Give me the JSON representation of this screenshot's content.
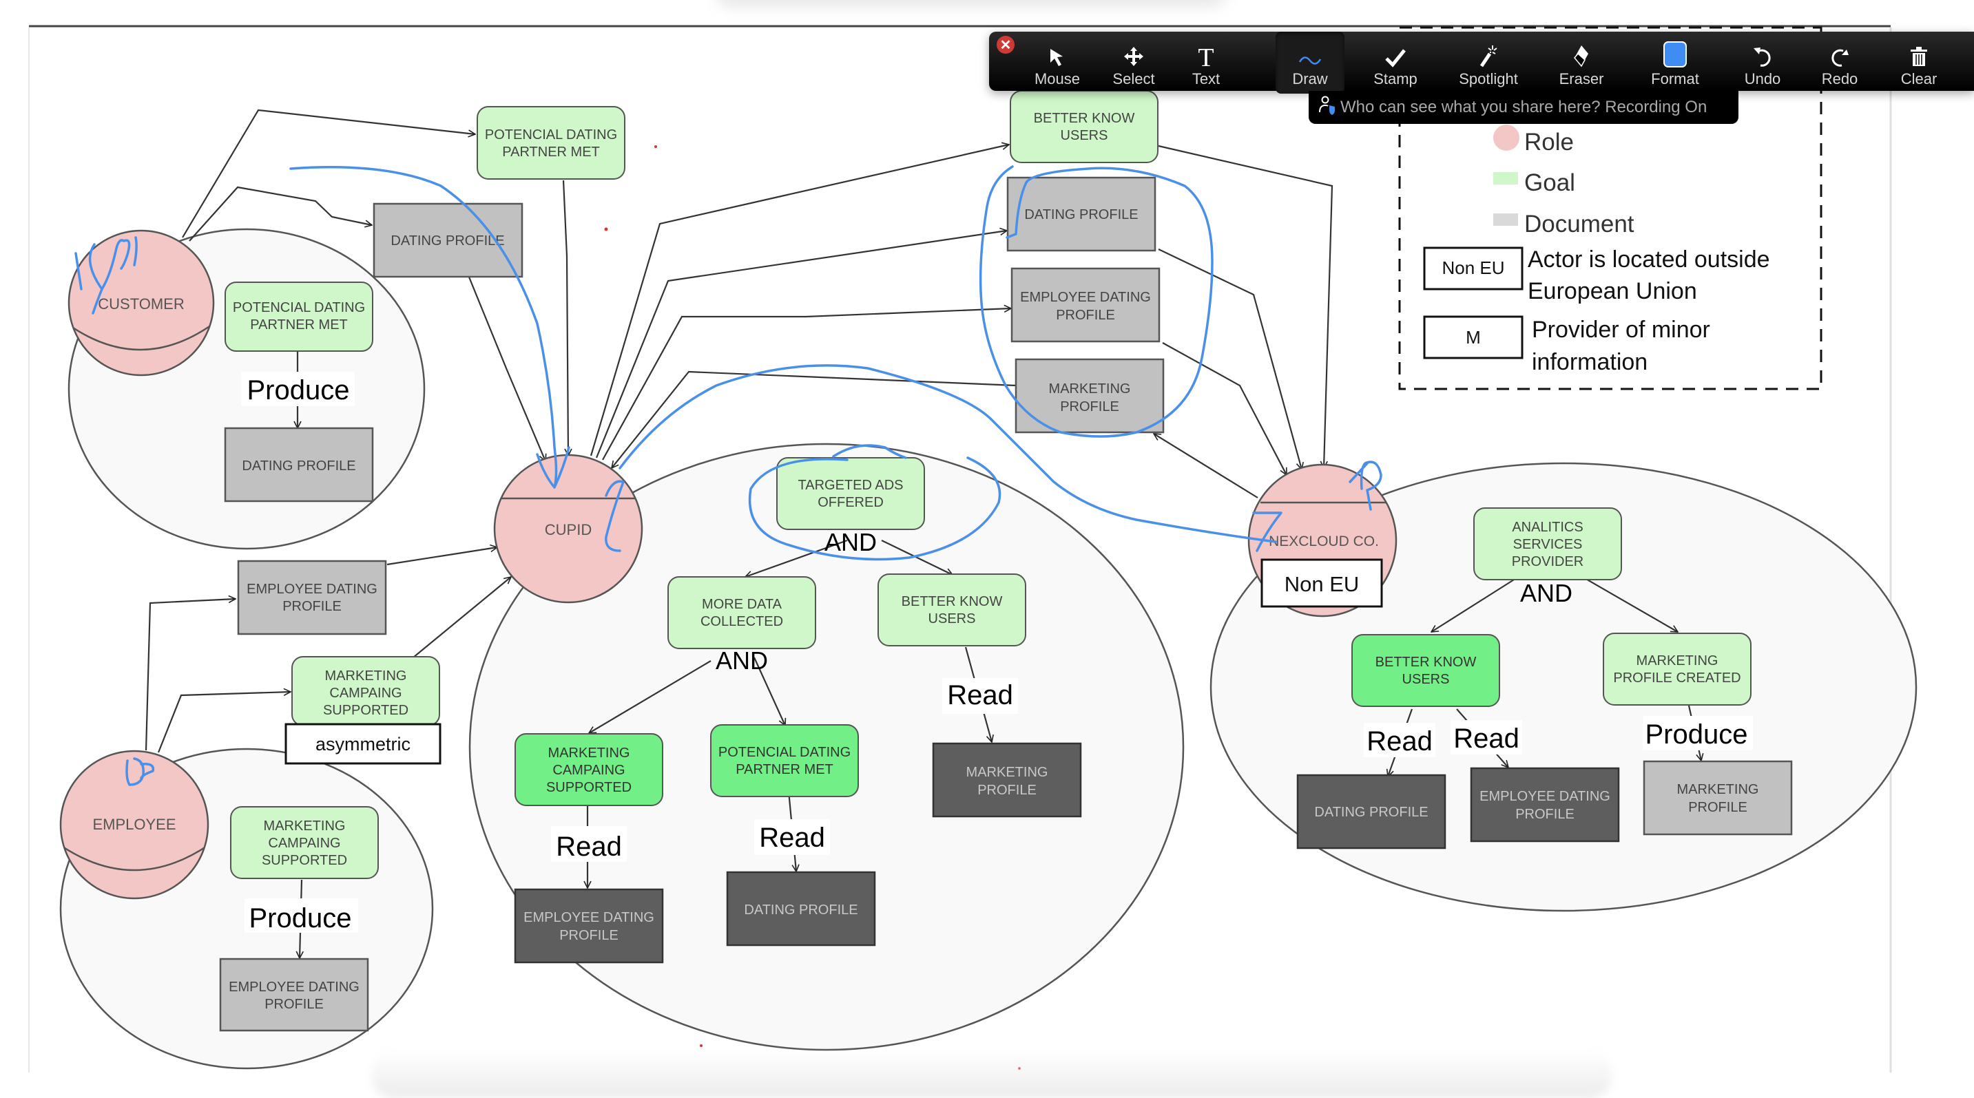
{
  "toolbar": {
    "close_icon": "close-x-icon",
    "buttons": [
      {
        "label": "Mouse",
        "icon": "mouse-pointer-icon"
      },
      {
        "label": "Select",
        "icon": "move-arrows-icon"
      },
      {
        "label": "Text",
        "icon": "text-T-icon"
      },
      {
        "label": "Draw",
        "icon": "squiggle-icon",
        "active": true
      },
      {
        "label": "Stamp",
        "icon": "checkmark-icon"
      },
      {
        "label": "Spotlight",
        "icon": "magic-wand-icon"
      },
      {
        "label": "Eraser",
        "icon": "eraser-icon"
      },
      {
        "label": "Format",
        "icon": "color-swatch-icon"
      },
      {
        "label": "Undo",
        "icon": "undo-icon"
      },
      {
        "label": "Redo",
        "icon": "redo-icon"
      },
      {
        "label": "Clear",
        "icon": "trash-icon"
      }
    ],
    "format_color": "#3f8cf3",
    "draw_color": "#3f8cf3"
  },
  "share_notice": {
    "text": "Who can see what you share here? Recording On",
    "icon": "user-shield-icon"
  },
  "legend": {
    "role": "Role",
    "goal": "Goal",
    "document": "Document",
    "non_eu_box": "Non EU",
    "non_eu_desc_line1": "Actor is located outside",
    "non_eu_desc_line2": "European Union",
    "m_box": "M",
    "m_desc_line1": "Provider of minor",
    "m_desc_line2": "information"
  },
  "colors": {
    "role": "#f4c7c7",
    "goal_light": "#d0f7c9",
    "goal_bright": "#72f087",
    "doc_light": "#c1c1c1",
    "doc_dark": "#5e5e5e",
    "boundary": "#f9f9f9",
    "annotation": "#4a90e8"
  },
  "actors": {
    "customer": "CUSTOMER",
    "cupid": "CUPID",
    "employee": "EMPLOYEE",
    "nexcloud": "NEXCLOUD CO.",
    "nexcloud_tag": "Non EU"
  },
  "customer_area": {
    "goal_l1": "POTENCIAL DATING",
    "goal_l2": "PARTNER MET",
    "relation": "Produce",
    "doc": "DATING PROFILE"
  },
  "employee_area": {
    "goal_l1": "MARKETING",
    "goal_l2": "CAMPAING",
    "goal_l3": "SUPPORTED",
    "relation": "Produce",
    "doc_l1": "EMPLOYEE DATING",
    "doc_l2": "PROFILE"
  },
  "dependencies": {
    "potencial_l1": "POTENCIAL DATING",
    "potencial_l2": "PARTNER MET",
    "dating_profile": "DATING PROFILE",
    "emp_profile_l1": "EMPLOYEE DATING",
    "emp_profile_l2": "PROFILE",
    "mkt_campaign_l1": "MARKETING",
    "mkt_campaign_l2": "CAMPAING",
    "mkt_campaign_l3": "SUPPORTED",
    "mkt_campaign_tag": "asymmetric",
    "better_know_l1": "BETTER KNOW",
    "better_know_l2": "USERS",
    "right_dating_profile": "DATING PROFILE",
    "right_emp_l1": "EMPLOYEE DATING",
    "right_emp_l2": "PROFILE",
    "right_mkt_l1": "MARKETING",
    "right_mkt_l2": "PROFILE"
  },
  "cupid_area": {
    "targeted_l1": "TARGETED ADS",
    "targeted_l2": "OFFERED",
    "and1": "AND",
    "more_data_l1": "MORE DATA",
    "more_data_l2": "COLLECTED",
    "better_know_l1": "BETTER KNOW",
    "better_know_l2": "USERS",
    "and2": "AND",
    "mkt_l1": "MARKETING",
    "mkt_l2": "CAMPAING",
    "mkt_l3": "SUPPORTED",
    "pot_l1": "POTENCIAL DATING",
    "pot_l2": "PARTNER MET",
    "read1": "Read",
    "read2": "Read",
    "read3": "Read",
    "emp_doc_l1": "EMPLOYEE DATING",
    "emp_doc_l2": "PROFILE",
    "dating_doc": "DATING PROFILE",
    "mkt_doc_l1": "MARKETING",
    "mkt_doc_l2": "PROFILE"
  },
  "nexcloud_area": {
    "analytics_l1": "ANALITICS",
    "analytics_l2": "SERVICES",
    "analytics_l3": "PROVIDER",
    "and": "AND",
    "better_l1": "BETTER KNOW",
    "better_l2": "USERS",
    "mkt_created_l1": "MARKETING",
    "mkt_created_l2": "PROFILE CREATED",
    "read1": "Read",
    "read2": "Read",
    "produce": "Produce",
    "dating_doc": "DATING PROFILE",
    "emp_doc_l1": "EMPLOYEE DATING",
    "emp_doc_l2": "PROFILE",
    "mkt_doc_l1": "MARKETING",
    "mkt_doc_l2": "PROFILE"
  }
}
